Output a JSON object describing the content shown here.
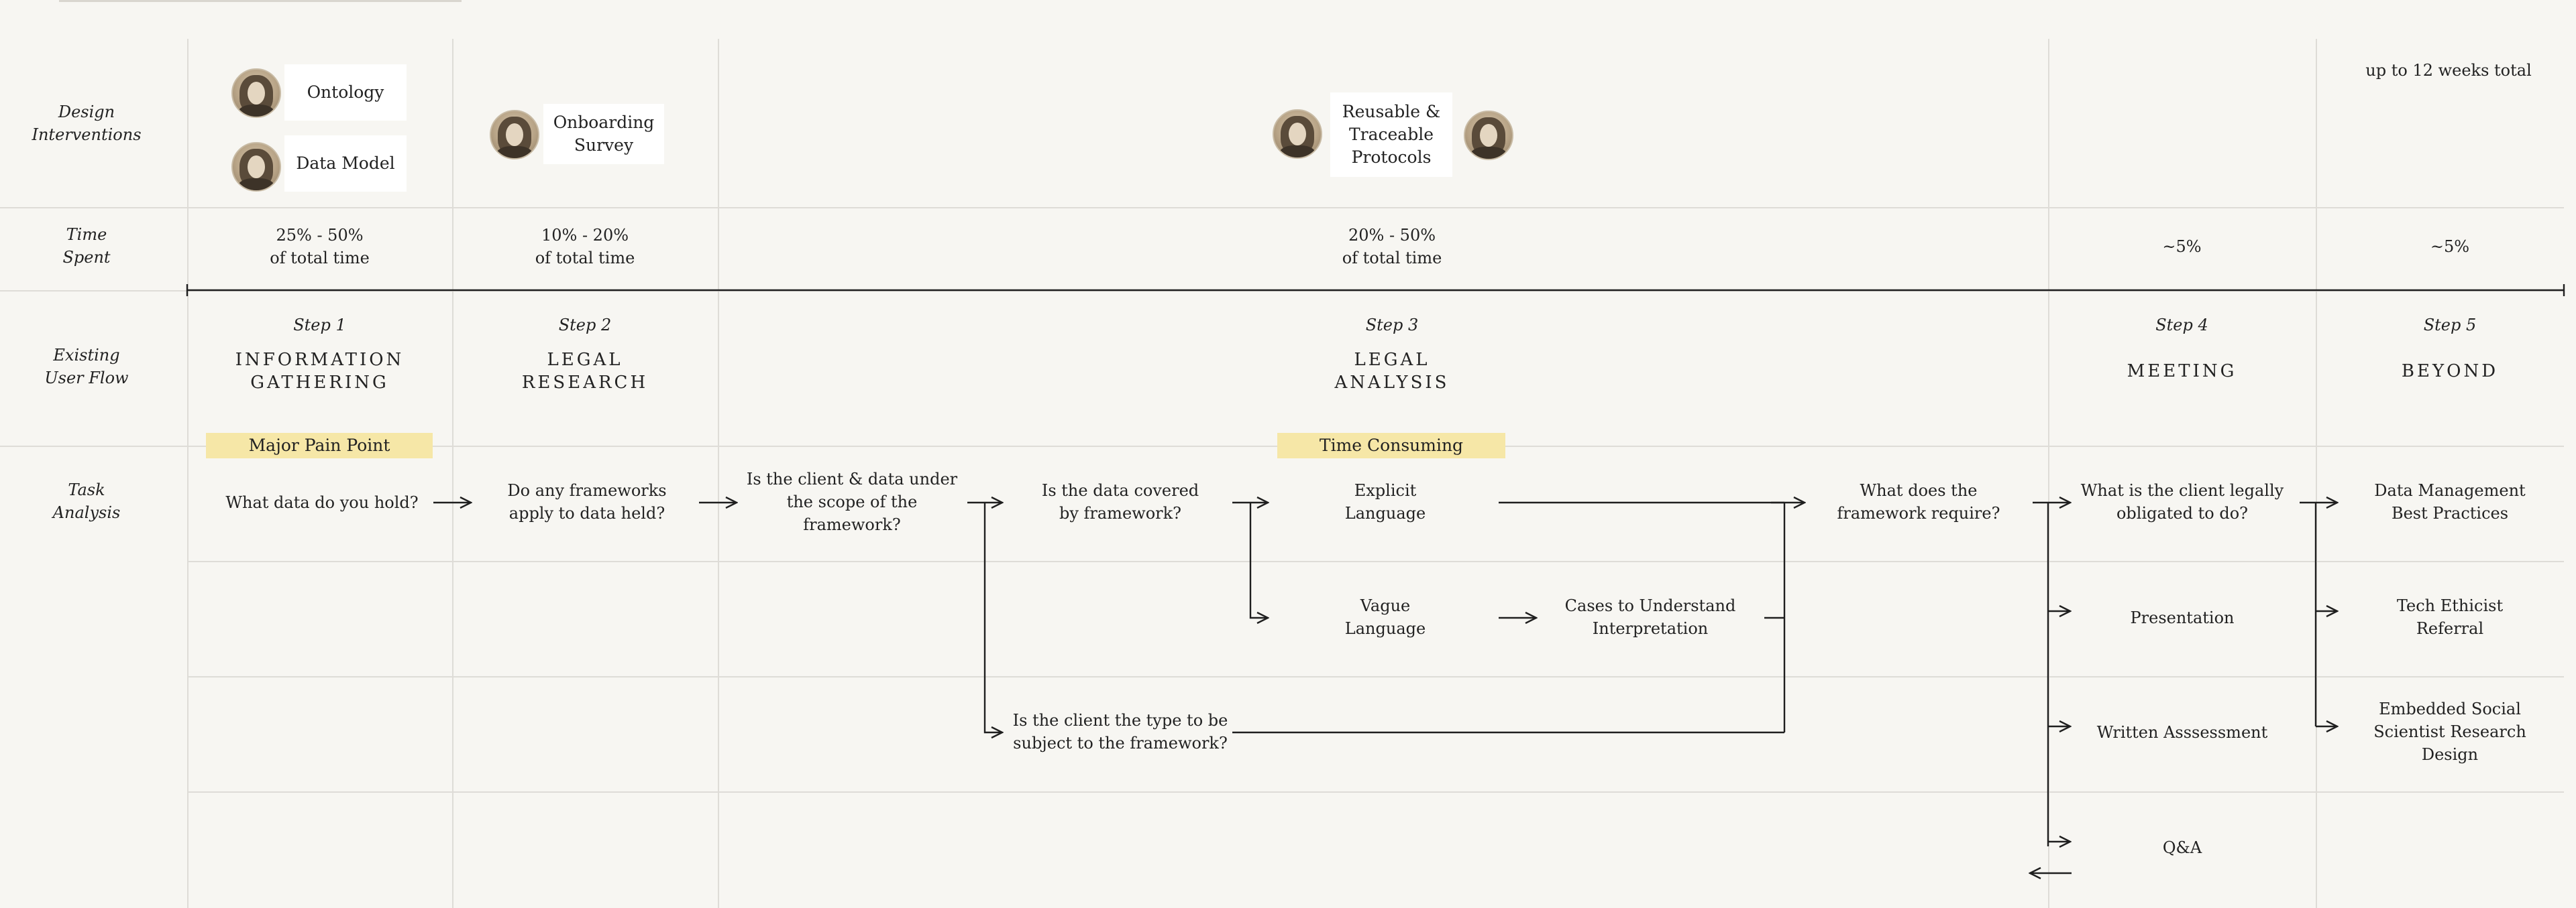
{
  "row_labels": {
    "design_interventions": [
      "Design",
      "Interventions"
    ],
    "time_spent": [
      "Time",
      "Spent"
    ],
    "existing_user_flow": [
      "Existing",
      "User Flow"
    ],
    "task_analysis": [
      "Task",
      "Analysis"
    ]
  },
  "design_interventions": {
    "ontology": "Ontology",
    "data_model": "Data Model",
    "onboarding_survey": [
      "Onboarding",
      "Survey"
    ],
    "reusable_protocols": [
      "Reusable &",
      "Traceable",
      "Protocols"
    ],
    "total_note": "up to 12 weeks total"
  },
  "time_spent": {
    "step1": [
      "25% - 50%",
      "of total time"
    ],
    "step2": [
      "10% - 20%",
      "of total time"
    ],
    "step3": [
      "20% - 50%",
      "of total time"
    ],
    "step4": "~5%",
    "step5": "~5%"
  },
  "steps": [
    {
      "label": "Step 1",
      "name": [
        "INFORMATION",
        "GATHERING"
      ]
    },
    {
      "label": "Step 2",
      "name": [
        "LEGAL",
        "RESEARCH"
      ]
    },
    {
      "label": "Step 3",
      "name": [
        "LEGAL",
        "ANALYSIS"
      ]
    },
    {
      "label": "Step 4",
      "name": [
        "MEETING"
      ]
    },
    {
      "label": "Step 5",
      "name": [
        "BEYOND"
      ]
    }
  ],
  "highlights": {
    "major_pain_point": "Major Pain Point",
    "time_consuming": "Time Consuming"
  },
  "tasks": {
    "what_data": "What data do you hold?",
    "frameworks_apply": [
      "Do any frameworks",
      "apply to data held?"
    ],
    "client_scope": [
      "Is the client & data under",
      "the scope of the",
      "framework?"
    ],
    "data_covered": [
      "Is the data covered",
      "by framework?"
    ],
    "explicit": [
      "Explicit",
      "Language"
    ],
    "vague": [
      "Vague",
      "Language"
    ],
    "cases": [
      "Cases to Understand",
      "Interpretation"
    ],
    "framework_require": [
      "What does the",
      "framework require?"
    ],
    "client_type": [
      "Is the client the type to be",
      "subject to the framework?"
    ],
    "legally_obligated": [
      "What is the client legally",
      "obligated to do?"
    ],
    "presentation": "Presentation",
    "written_assessment": "Written Asssessment",
    "qa": "Q&A",
    "data_management": [
      "Data Management",
      "Best Practices"
    ],
    "tech_ethicist": [
      "Tech Ethicist",
      "Referral"
    ],
    "embedded_social": [
      "Embedded Social",
      "Scientist Research",
      "Design"
    ]
  }
}
